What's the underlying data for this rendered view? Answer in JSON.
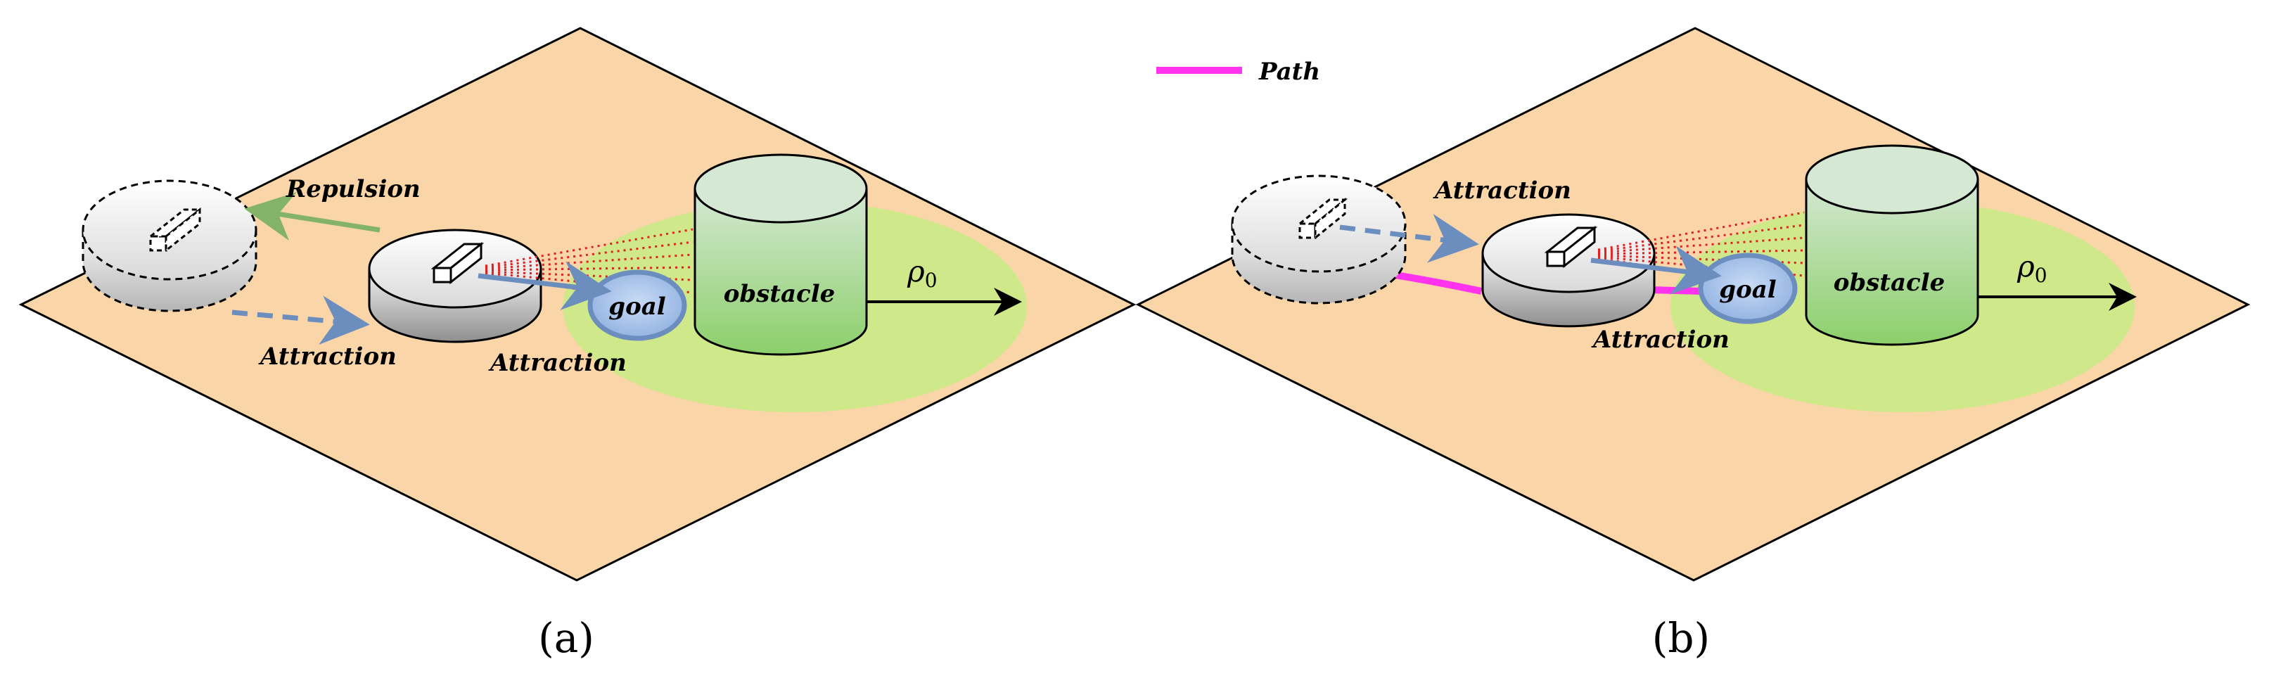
{
  "legend": {
    "path_label": "Path"
  },
  "panel_a": {
    "caption": "(a)",
    "repulsion_label": "Repulsion",
    "attraction_label_1": "Attraction",
    "attraction_label_2": "Attraction",
    "goal_label": "goal",
    "obstacle_label": "obstacle",
    "rho_symbol": "ρ",
    "rho_subscript": "0"
  },
  "panel_b": {
    "caption": "(b)",
    "attraction_label_1": "Attraction",
    "attraction_label_2": "Attraction",
    "goal_label": "goal",
    "obstacle_label": "obstacle",
    "rho_symbol": "ρ",
    "rho_subscript": "0"
  },
  "colors": {
    "ground": "#f9d5a7",
    "influence_zone": "#cfe98a",
    "path": "#ff33ee",
    "attraction_arrow": "#6c8ebf",
    "repulsion_arrow": "#82b366",
    "goal_fill": "#a9c4eb",
    "obstacle_top": "#d5e8d4",
    "obstacle_bottom": "#8ccf6a",
    "sensor_rays": "#e32020"
  }
}
